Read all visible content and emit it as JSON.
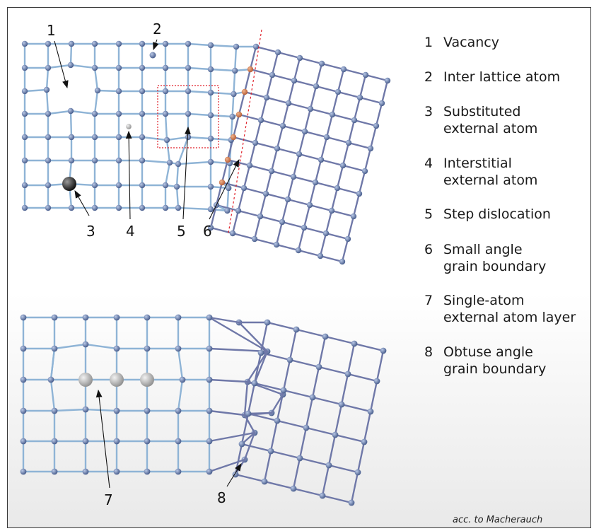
{
  "legend": [
    {
      "num": "1",
      "text": "Vacancy"
    },
    {
      "num": "2",
      "text": "Inter lattice atom"
    },
    {
      "num": "3",
      "text": "Substituted\nexternal atom"
    },
    {
      "num": "4",
      "text": "Interstitial\nexternal atom"
    },
    {
      "num": "5",
      "text": "Step dislocation"
    },
    {
      "num": "6",
      "text": "Small angle\ngrain boundary"
    },
    {
      "num": "7",
      "text": "Single-atom\nexternal atom layer"
    },
    {
      "num": "8",
      "text": "Obtuse angle\ngrain boundary"
    }
  ],
  "callouts": {
    "c1": "1",
    "c2": "2",
    "c3": "3",
    "c4": "4",
    "c5": "5",
    "c6": "6",
    "c7": "7",
    "c8": "8"
  },
  "credit": "acc. to Macherauch",
  "colors": {
    "bond": "#8fb4d6",
    "bond_dark": "#6f78a8",
    "atom": "#5f76a4",
    "boundary_atom": "#c97a50",
    "boundary_line": "#e0202a",
    "external_atom_large": "#222222",
    "external_atom_layer": "#c4c4c4"
  }
}
